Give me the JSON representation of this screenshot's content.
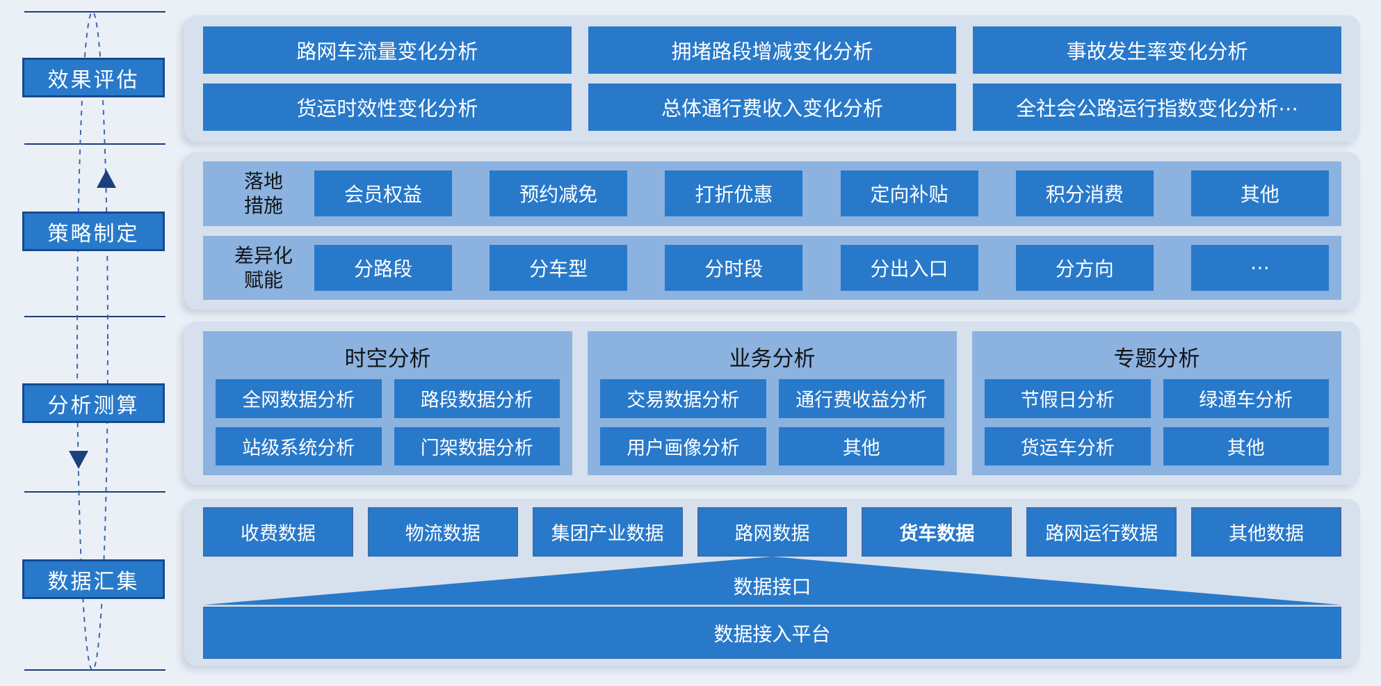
{
  "colors": {
    "accent_blue": "#2879ca",
    "panel_blue": "#8cb2df",
    "band_background": "#d7e0ed",
    "page_background": "#ebf0f7",
    "navy_line": "#1c3c72",
    "box_border_navy": "#17498f"
  },
  "left_rail": {
    "stages": [
      {
        "label": "效果评估"
      },
      {
        "label": "策略制定"
      },
      {
        "label": "分析测算"
      },
      {
        "label": "数据汇集"
      }
    ],
    "up_arrow": "up-triangle",
    "down_arrow": "down-triangle"
  },
  "bands": {
    "evaluation": {
      "items": [
        "路网车流量变化分析",
        "拥堵路段增减变化分析",
        "事故发生率变化分析",
        "货运时效性变化分析",
        "总体通行费收入变化分析",
        "全社会公路运行指数变化分析⋯"
      ]
    },
    "strategy": {
      "rows": [
        {
          "label": "落地\n措施",
          "items": [
            "会员权益",
            "预约减免",
            "打折优惠",
            "定向补贴",
            "积分消费",
            "其他"
          ]
        },
        {
          "label": "差异化\n赋能",
          "items": [
            "分路段",
            "分车型",
            "分时段",
            "分出入口",
            "分方向",
            "⋯"
          ]
        }
      ]
    },
    "analysis": {
      "groups": [
        {
          "title": "时空分析",
          "items": [
            "全网数据分析",
            "路段数据分析",
            "站级系统分析",
            "门架数据分析"
          ]
        },
        {
          "title": "业务分析",
          "items": [
            "交易数据分析",
            "通行费收益分析",
            "用户画像分析",
            "其他"
          ]
        },
        {
          "title": "专题分析",
          "items": [
            "节假日分析",
            "绿通车分析",
            "货运车分析",
            "其他"
          ]
        }
      ]
    },
    "data_collection": {
      "sources": [
        "收费数据",
        "物流数据",
        "集团产业数据",
        "路网数据",
        "货车数据",
        "路网运行数据",
        "其他数据"
      ],
      "interface_label": "数据接口",
      "platform_label": "数据接入平台"
    }
  }
}
